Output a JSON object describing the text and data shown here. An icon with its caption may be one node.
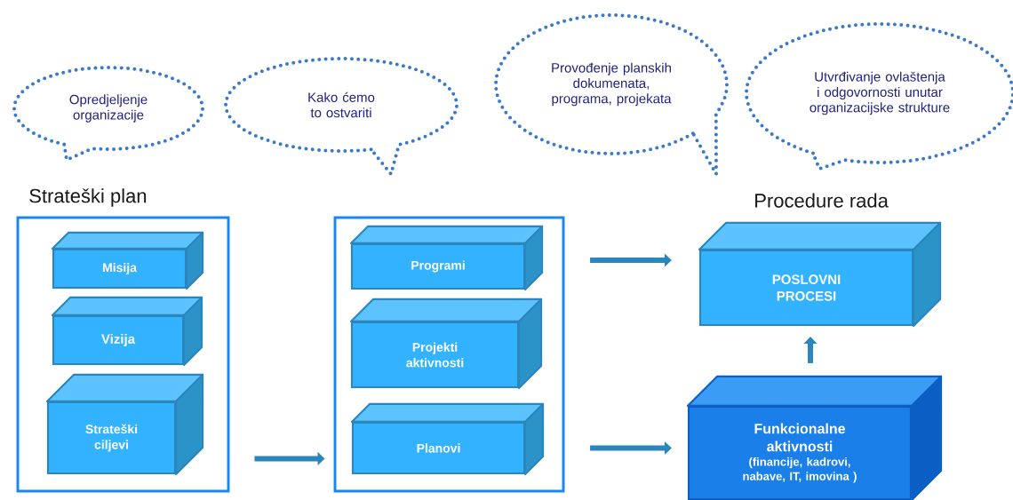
{
  "diagram": {
    "nodes": [
      {
        "text": [
          "Opredjeljenje organizacije"
        ]
      },
      {
        "text": [
          "Kako ćemo to ostvariti"
        ]
      },
      {
        "text": [
          "Provođenje planskih dokumenata, programa, projekata"
        ]
      },
      {
        "text": [
          "Utvrđivanje ovlaštenja i odgovornosti unutar organizacijske strukture"
        ]
      },
      {
        "text": [
          "Strateški plan"
        ]
      },
      {
        "text": [
          "Misija"
        ],
        "in": 4
      },
      {
        "text": [
          "Vizija"
        ],
        "in": 4
      },
      {
        "text": [
          "Strateški ciljevi"
        ],
        "in": 4
      },
      {
        "text": [],
        "shape": "box"
      },
      {
        "text": [
          "Programi"
        ],
        "in": 8
      },
      {
        "text": [
          "Projekti aktivnosti"
        ],
        "in": 8
      },
      {
        "text": [
          "Planovi"
        ],
        "in": 8
      },
      {
        "text": [
          "POSLOVNI PROCESI"
        ]
      },
      {
        "text": [
          "Funkcionalne aktivnosti",
          "(financije, kadrovi, nabave, IT, imovina )"
        ]
      }
    ],
    "edges": [
      {
        "from": 4,
        "to": 8,
        "arrow": "to"
      },
      {
        "from": 9,
        "to": 12,
        "arrow": "to"
      },
      {
        "from": 11,
        "to": 13,
        "arrow": "to"
      },
      {
        "from": 13,
        "to": 12,
        "arrow": "to"
      }
    ],
    "labels": [
      "Procedure rada"
    ]
  }
}
